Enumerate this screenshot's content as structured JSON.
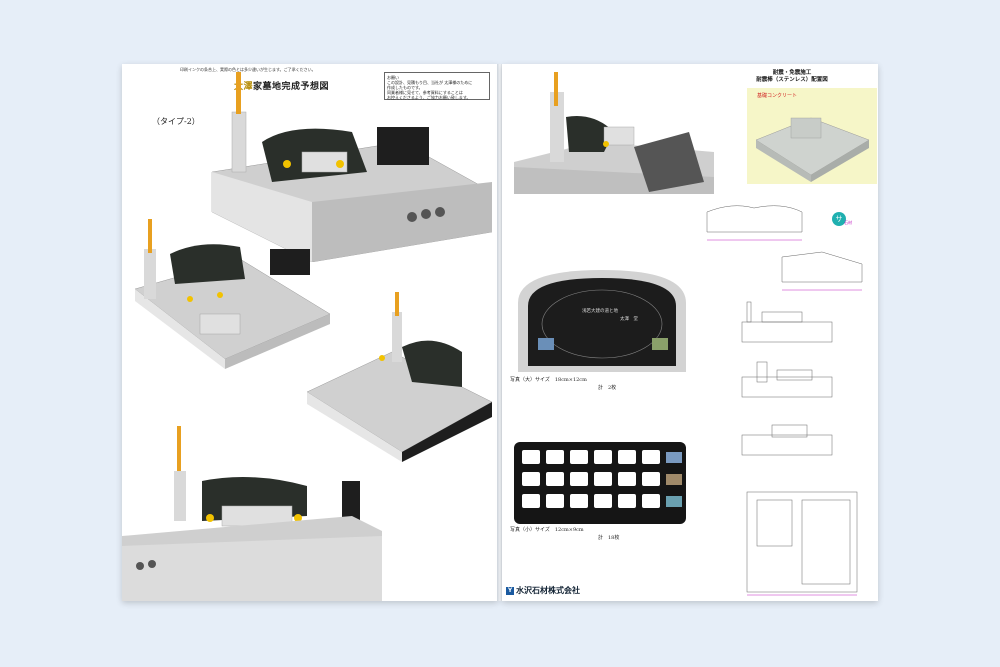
{
  "left_page": {
    "notice": "印刷インクの条合上、実際の色とは多少違いが生じます。ご了承ください。",
    "title_family": "太澤",
    "title_rest": "家墓地完成予想図",
    "memo": {
      "heading": "お願い",
      "lines": [
        "この設計、見積もり目、当社が 太澤様のために",
        "作成したものです。",
        "同業者様に見せて、参考資料にすることは",
        "お控えくださるよう、ご協力お願い致します。"
      ]
    },
    "type_label": "（タイプ-2）"
  },
  "right_page": {
    "title_lines": [
      "耐震・免震施工",
      "耐震棒（ステンレス）配置図"
    ],
    "concrete_label": "基礎コンクリート",
    "photo_big_caption": "写真（大）サイズ　18cm×12cm",
    "photo_big_count": "計　2枚",
    "plaque_text_1": "浅若大建の道と地",
    "plaque_text_2": "太澤　堂",
    "photo_small_caption": "写真（小）サイズ　12cm×9cm",
    "photo_small_count": "計　18枚",
    "company": "水沢石材株式会社",
    "logo_letter": "Y",
    "badge_letter": "サ",
    "badge_text": "石材"
  },
  "colors": {
    "background": "#e6eef8",
    "granite_light": "#d6d6d6",
    "granite_dark": "#2a2f2a",
    "accent_gold": "#e8a020",
    "concrete_yellow": "#f6f6c8",
    "dimension_magenta": "#c020c0"
  }
}
